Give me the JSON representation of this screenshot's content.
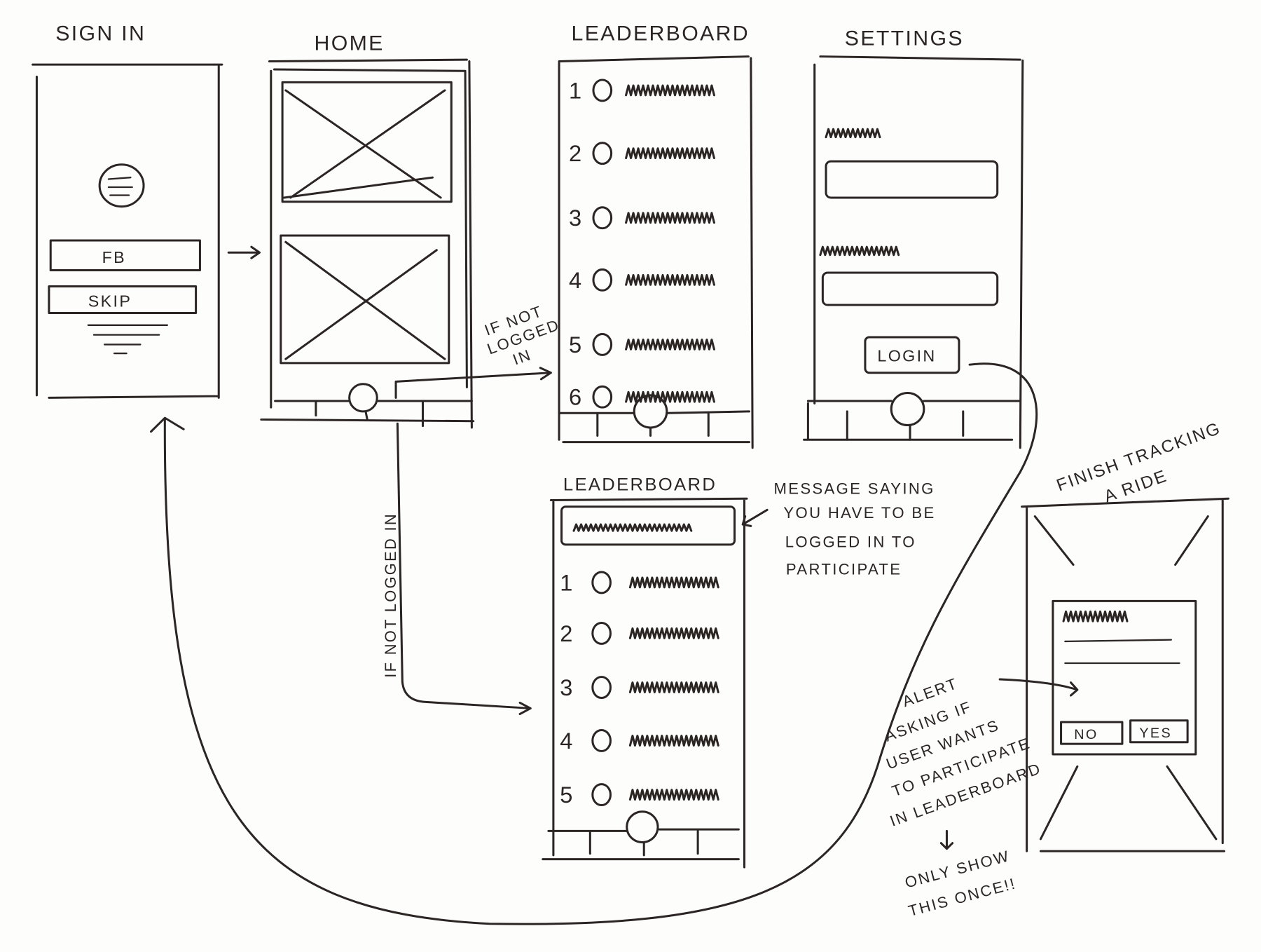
{
  "screens": {
    "sign_in": {
      "title": "SIGN IN",
      "fb_button": "FB",
      "skip_button": "SKIP"
    },
    "home": {
      "title": "HOME"
    },
    "leaderboard": {
      "title": "LEADERBOARD",
      "ranks": [
        "1",
        "2",
        "3",
        "4",
        "5",
        "6"
      ]
    },
    "settings": {
      "title": "SETTINGS",
      "login_button": "LOGIN"
    },
    "leaderboard_logged_out": {
      "title": "LEADERBOARD",
      "ranks": [
        "1",
        "2",
        "3",
        "4",
        "5"
      ]
    },
    "finish_ride": {
      "title_line1": "FINISH TRACKING",
      "title_line2": "A RIDE",
      "no_button": "NO",
      "yes_button": "YES"
    }
  },
  "annotations": {
    "not_logged_in_right": [
      "IF NOT",
      "LOGGED",
      "IN"
    ],
    "not_logged_in_down": "IF NOT LOGGED IN",
    "message_note": [
      "MESSAGE SAYING",
      "YOU HAVE TO BE",
      "LOGGED IN TO",
      "PARTICIPATE"
    ],
    "alert_note": [
      "ALERT",
      "ASKING IF",
      "USER WANTS",
      "TO PARTICIPATE",
      "IN LEADERBOARD"
    ],
    "once_note": [
      "ONLY SHOW",
      "THIS ONCE!!"
    ]
  },
  "colors": {
    "ink": "#2b2523",
    "paper": "#fdfdfc"
  }
}
